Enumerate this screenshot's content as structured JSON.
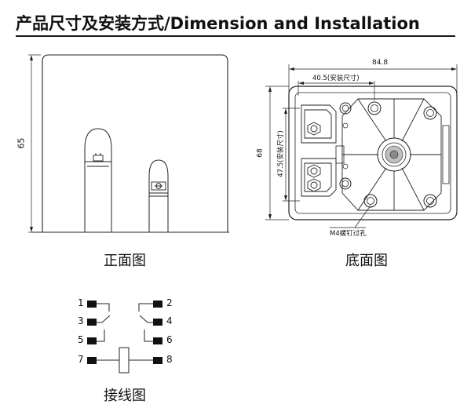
{
  "header": {
    "title": "产品尺寸及安装方式/Dimension and  Installation"
  },
  "front_view": {
    "caption": "正面图",
    "height_dim": "65"
  },
  "bottom_view": {
    "caption": "底面图",
    "width_dim": "84.8",
    "hole_spacing_x": "40.5(安装尺寸)",
    "height_dim": "68",
    "hole_spacing_y": "47.5(安装尺寸)",
    "screw_note": "M4螺钉过孔"
  },
  "wiring": {
    "caption": "接线图",
    "pins": [
      "1",
      "2",
      "3",
      "4",
      "5",
      "6",
      "7",
      "8"
    ]
  }
}
